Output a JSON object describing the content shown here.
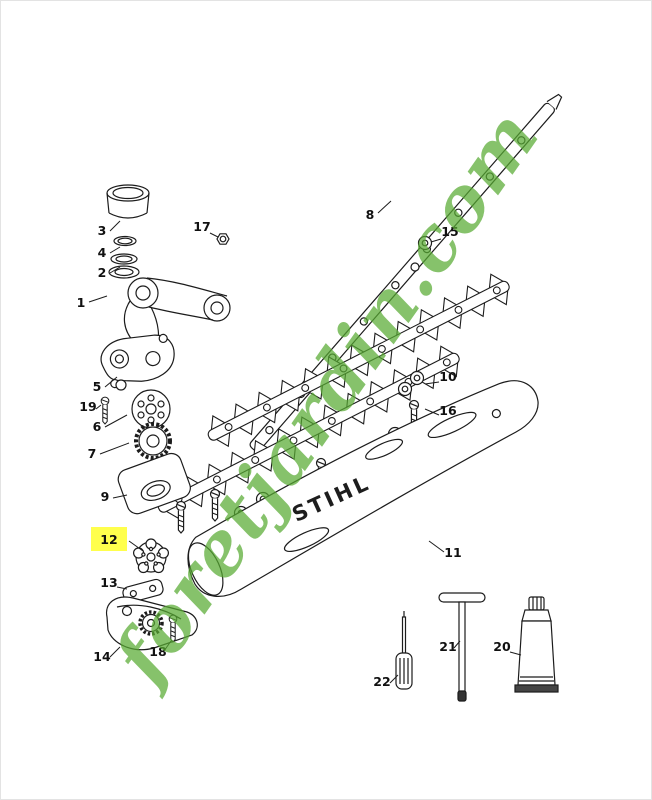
{
  "watermark": {
    "text": "foretjardin.com",
    "color": "#58ab33"
  },
  "diagram": {
    "brand_label": "STIHL",
    "highlight_color": "#ffff4d",
    "highlighted_part": "12"
  },
  "part_labels": {
    "p1": "1",
    "p2": "2",
    "p3": "3",
    "p4": "4",
    "p5": "5",
    "p6": "6",
    "p7": "7",
    "p8": "8",
    "p9": "9",
    "p10": "10",
    "p11": "11",
    "p12": "12",
    "p13": "13",
    "p14": "14",
    "p15": "15",
    "p16": "16",
    "p17": "17",
    "p18": "18",
    "p19": "19",
    "p20": "20",
    "p21": "21",
    "p22": "22"
  }
}
